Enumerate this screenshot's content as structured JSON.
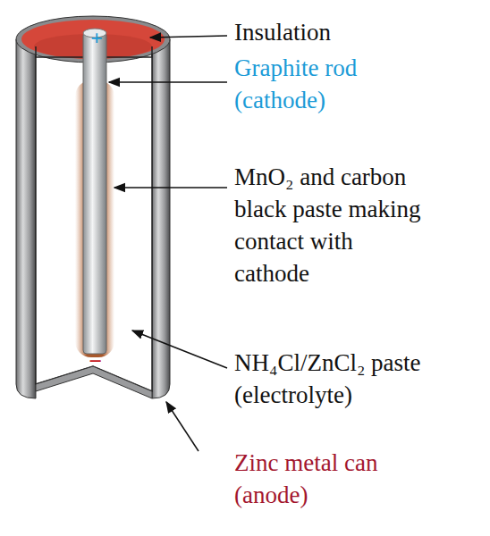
{
  "diagram": {
    "labels": [
      "Insulation",
      "Graphite rod (cathode)",
      "MnO₂ and carbon black paste making contact with cathode",
      "NH₄Cl/ZnCl₂ paste (electrolyte)",
      "Zinc metal can (anode)",
      "+",
      "−"
    ]
  }
}
